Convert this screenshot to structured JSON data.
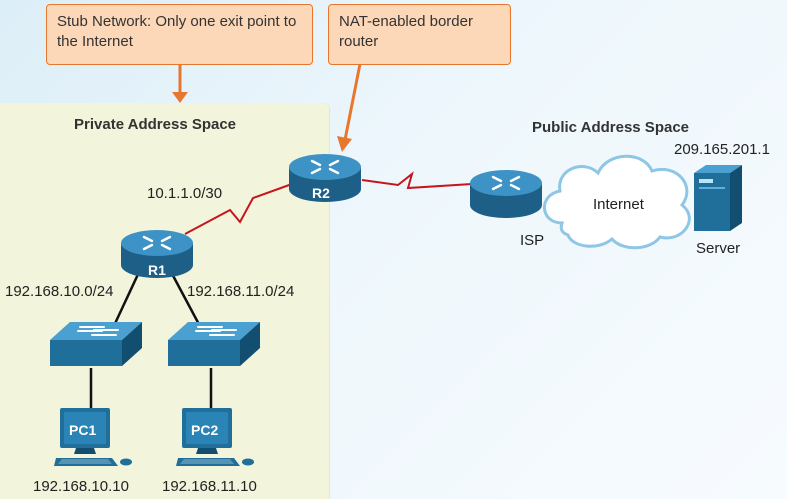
{
  "callouts": {
    "stub": "Stub Network: Only one exit point to the Internet",
    "nat": "NAT-enabled border router"
  },
  "zones": {
    "private": "Private Address Space",
    "public": "Public Address Space"
  },
  "devices": {
    "r1": "R1",
    "r2": "R2",
    "isp": "ISP",
    "internet": "Internet",
    "server": "Server",
    "pc1": "PC1",
    "pc2": "PC2"
  },
  "addresses": {
    "r1_r2_link": "10.1.1.0/30",
    "lan1": "192.168.10.0/24",
    "lan2": "192.168.11.0/24",
    "pc1": "192.168.10.10",
    "pc2": "192.168.11.10",
    "server": "209.165.201.1"
  },
  "colors": {
    "private_zone": "#f3f4dc",
    "callout_fill": "#fcd7b8",
    "callout_border": "#e8772e",
    "serial_link": "#c4161c",
    "device_blue": "#1f6f9a"
  }
}
